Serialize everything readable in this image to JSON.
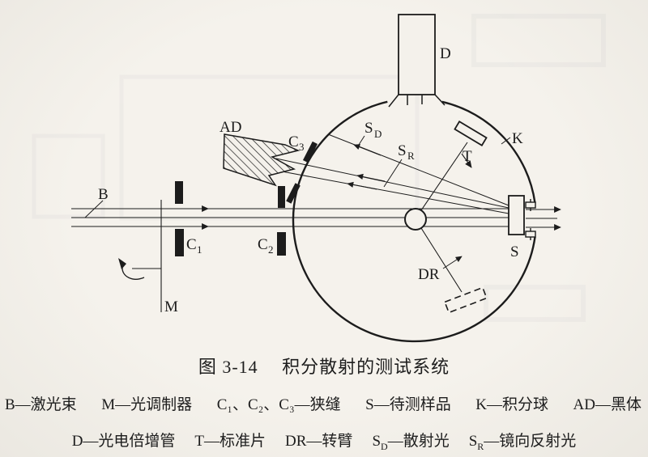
{
  "figure": {
    "caption": "图 3-14　 积分散射的测试系统",
    "labels": {
      "B": "B",
      "M": "M",
      "D": "D",
      "K": "K",
      "T": "T",
      "S": "S",
      "AD": "AD",
      "DR": "DR",
      "C1_main": "C",
      "C1_sub": "1",
      "C2_main": "C",
      "C2_sub": "2",
      "C3_main": "C",
      "C3_sub": "3",
      "SD_main": "S",
      "SD_sub": "D",
      "SR_main": "S",
      "SR_sub": "R"
    },
    "legend_line1": [
      "B—激光束",
      "M—光调制器",
      "C₁、C₂、C₃—狭缝",
      "S—待测样品",
      "K—积分球",
      "AD—黑体"
    ],
    "legend_line2": {
      "item1": "D—光电倍增管",
      "item2": "T—标准片",
      "item3": "DR—转臂",
      "sd_main": "S",
      "sd_sub": "D",
      "sd_rest": "—散射光",
      "sr_main": "S",
      "sr_sub": "R",
      "sr_rest": "—镜向反射光"
    },
    "colors": {
      "ink": "#1c1c1c",
      "paper": "#f4f1eb"
    }
  }
}
